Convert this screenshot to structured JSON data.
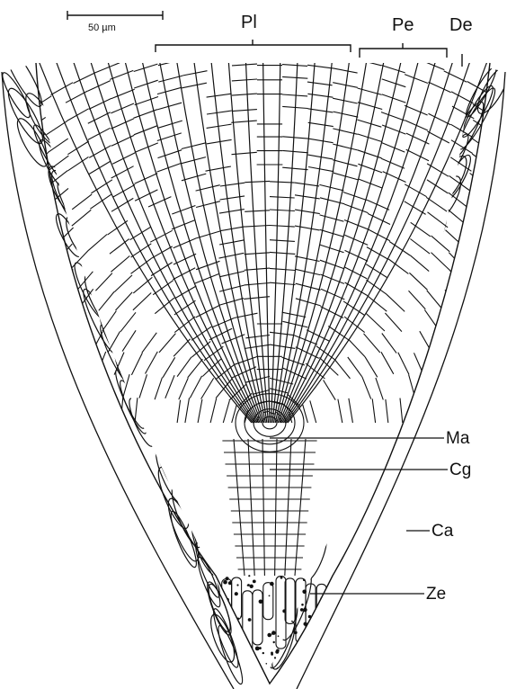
{
  "scale_bar": {
    "label": "50 µm"
  },
  "labels": {
    "pl": "Pl",
    "pe": "Pe",
    "de": "De",
    "ma": "Ma",
    "cg": "Cg",
    "ca": "Ca",
    "ze": "Ze"
  },
  "colors": {
    "line": "#111111",
    "background": "#ffffff"
  }
}
